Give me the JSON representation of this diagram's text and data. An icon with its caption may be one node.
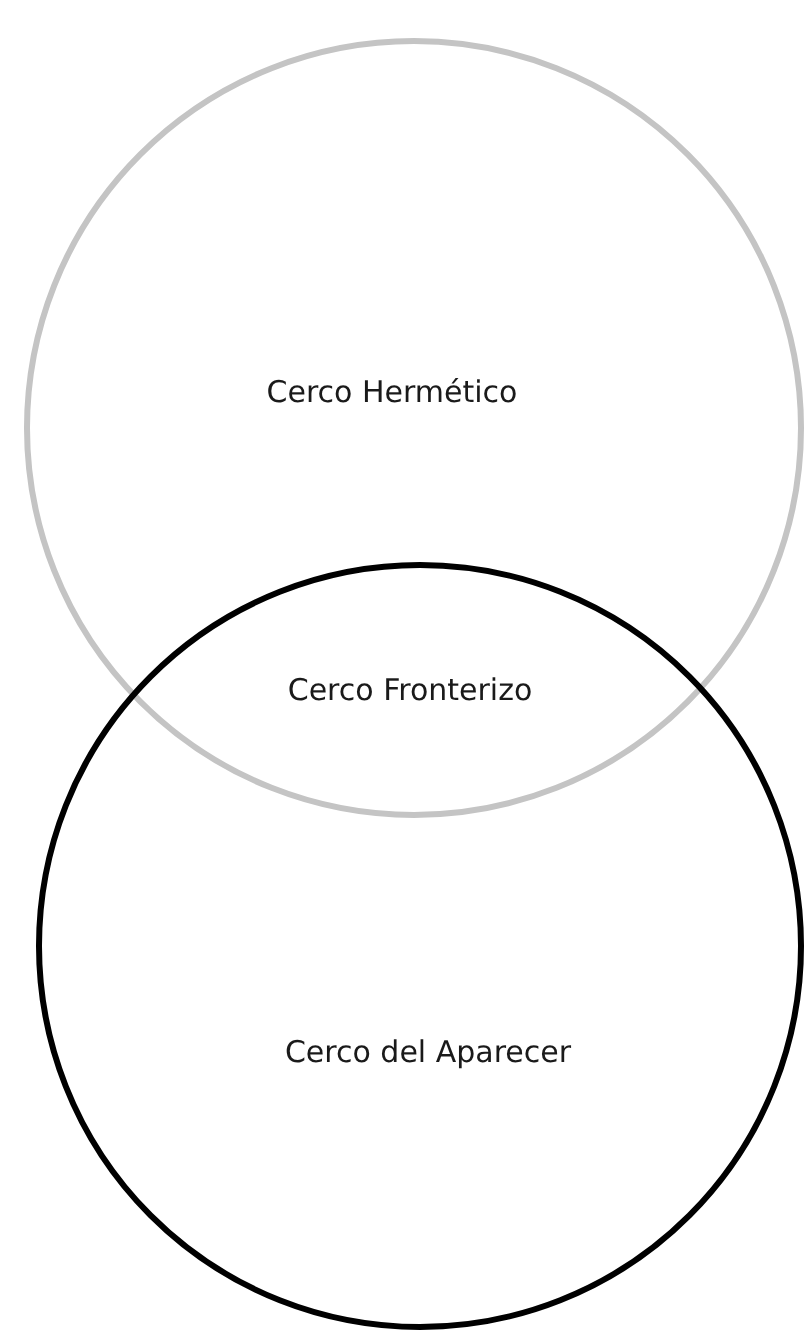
{
  "diagram": {
    "nodes": [
      {
        "text": [
          "Cerco Hermético"
        ]
      },
      {
        "text": [
          "Cerco del Aparecer"
        ]
      }
    ],
    "labels": [
      "Cerco Fronterizo"
    ]
  }
}
